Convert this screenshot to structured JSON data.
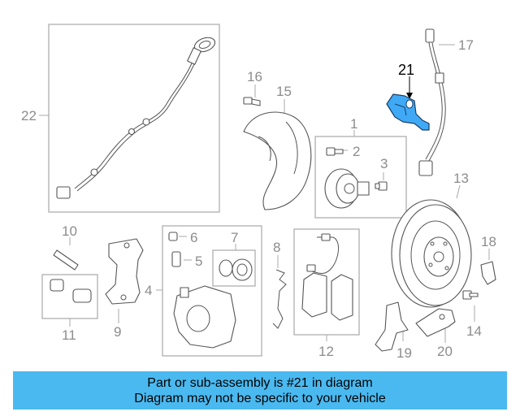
{
  "diagram": {
    "callouts": [
      "1",
      "2",
      "3",
      "4",
      "5",
      "6",
      "7",
      "8",
      "9",
      "10",
      "11",
      "12",
      "13",
      "14",
      "15",
      "16",
      "17",
      "18",
      "19",
      "20",
      "21",
      "22"
    ],
    "highlighted_callout": "21",
    "highlight_color": "#3fa9f5"
  },
  "banner": {
    "line1": "Part or sub-assembly is #21 in diagram",
    "line2": "Diagram may not be specific to your vehicle",
    "color": "#4ab9f0"
  }
}
